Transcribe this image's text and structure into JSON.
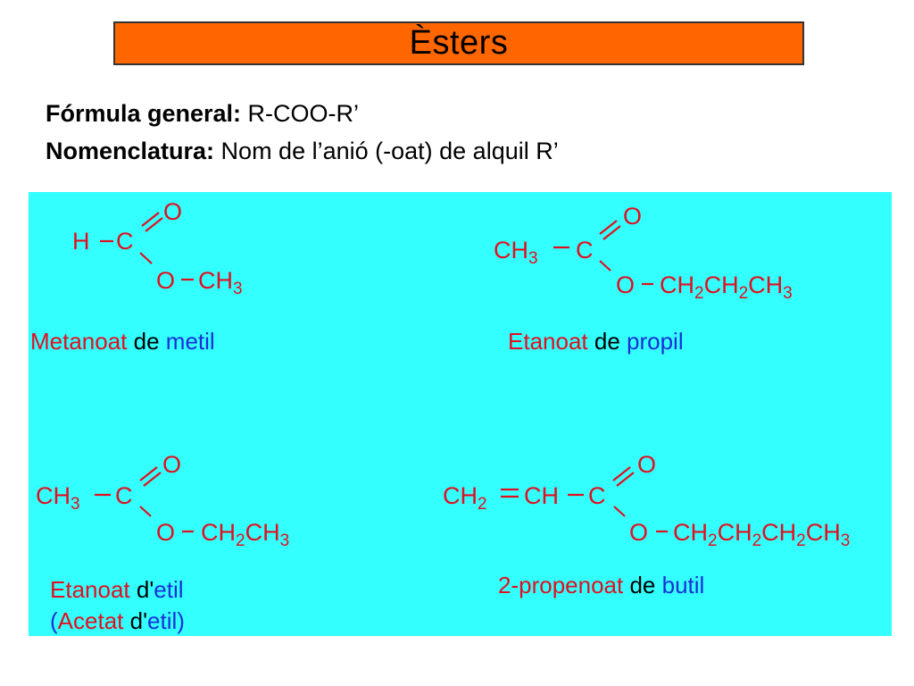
{
  "title": "Èsters",
  "formula": {
    "label": "Fórmula general:",
    "value": " R-COO-R’"
  },
  "nomenclature": {
    "label": "Nomenclatura:",
    "value": " Nom de l’anió (-oat) de alquil R’"
  },
  "colors": {
    "title_bg": "#ff6600",
    "panel_bg": "#33ffff",
    "acid_part": "#e01020",
    "alkyl_part": "#1a2fd6"
  },
  "structures": [
    {
      "molecule": {
        "left": "H",
        "carbon": "C",
        "carbonyl_o": "O",
        "ester_o": "O",
        "alkyl": "CH",
        "alkyl_sub": "3"
      },
      "name": {
        "acid": "Metanoat",
        "connector": " de ",
        "alkyl": "metil"
      }
    },
    {
      "molecule": {
        "left": "CH",
        "left_sub": "3",
        "carbon": "C",
        "carbonyl_o": "O",
        "ester_o": "O",
        "alkyl": [
          "CH",
          "2",
          "CH",
          "2",
          "CH",
          "3"
        ]
      },
      "name": {
        "acid": "Etanoat",
        "connector": " de ",
        "alkyl": "propil"
      }
    },
    {
      "molecule": {
        "left": "CH",
        "left_sub": "3",
        "carbon": "C",
        "carbonyl_o": "O",
        "ester_o": "O",
        "alkyl": [
          "CH",
          "2",
          "CH",
          "3"
        ]
      },
      "name": {
        "acid": "Etanoat",
        "connector": " d'",
        "alkyl": "etil"
      },
      "alt_name": {
        "open": "(",
        "acid": "Acetat",
        "connector": " d'",
        "alkyl": "etil",
        "close": ")"
      }
    },
    {
      "molecule": {
        "left": "CH",
        "left_sub": "2",
        "middle": "CH",
        "carbon": "C",
        "carbonyl_o": "O",
        "ester_o": "O",
        "alkyl": [
          "CH",
          "2",
          "CH",
          "2",
          "CH",
          "2",
          "CH",
          "3"
        ]
      },
      "name": {
        "acid": "2-propenoat",
        "connector": " de ",
        "alkyl": "butil"
      }
    }
  ]
}
